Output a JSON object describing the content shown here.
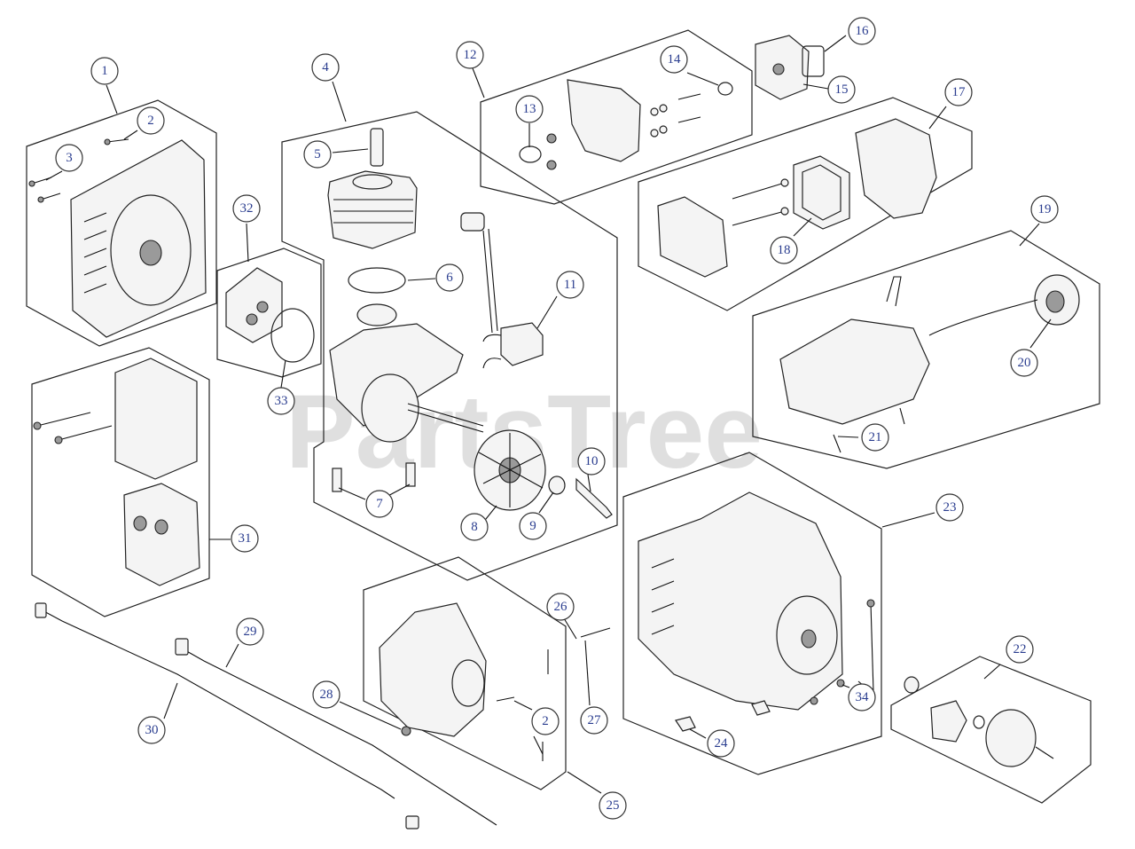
{
  "watermark": "PartsTree",
  "callouts": [
    {
      "id": "c1",
      "label": "1"
    },
    {
      "id": "c2a",
      "label": "2"
    },
    {
      "id": "c3",
      "label": "3"
    },
    {
      "id": "c4",
      "label": "4"
    },
    {
      "id": "c5",
      "label": "5"
    },
    {
      "id": "c6",
      "label": "6"
    },
    {
      "id": "c7",
      "label": "7"
    },
    {
      "id": "c8",
      "label": "8"
    },
    {
      "id": "c9",
      "label": "9"
    },
    {
      "id": "c10",
      "label": "10"
    },
    {
      "id": "c11",
      "label": "11"
    },
    {
      "id": "c12",
      "label": "12"
    },
    {
      "id": "c13",
      "label": "13"
    },
    {
      "id": "c14",
      "label": "14"
    },
    {
      "id": "c15",
      "label": "15"
    },
    {
      "id": "c16",
      "label": "16"
    },
    {
      "id": "c17",
      "label": "17"
    },
    {
      "id": "c18",
      "label": "18"
    },
    {
      "id": "c19",
      "label": "19"
    },
    {
      "id": "c20",
      "label": "20"
    },
    {
      "id": "c21",
      "label": "21"
    },
    {
      "id": "c22",
      "label": "22"
    },
    {
      "id": "c23",
      "label": "23"
    },
    {
      "id": "c24",
      "label": "24"
    },
    {
      "id": "c25",
      "label": "25"
    },
    {
      "id": "c26",
      "label": "26"
    },
    {
      "id": "c27",
      "label": "27"
    },
    {
      "id": "c28",
      "label": "28"
    },
    {
      "id": "c29",
      "label": "29"
    },
    {
      "id": "c30",
      "label": "30"
    },
    {
      "id": "c31",
      "label": "31"
    },
    {
      "id": "c32",
      "label": "32"
    },
    {
      "id": "c33",
      "label": "33"
    },
    {
      "id": "c34",
      "label": "34"
    },
    {
      "id": "c2b",
      "label": "2"
    }
  ],
  "colors": {
    "callout_text": "#2a3d8f",
    "line": "#222222",
    "watermark": "#d4d4d4"
  }
}
